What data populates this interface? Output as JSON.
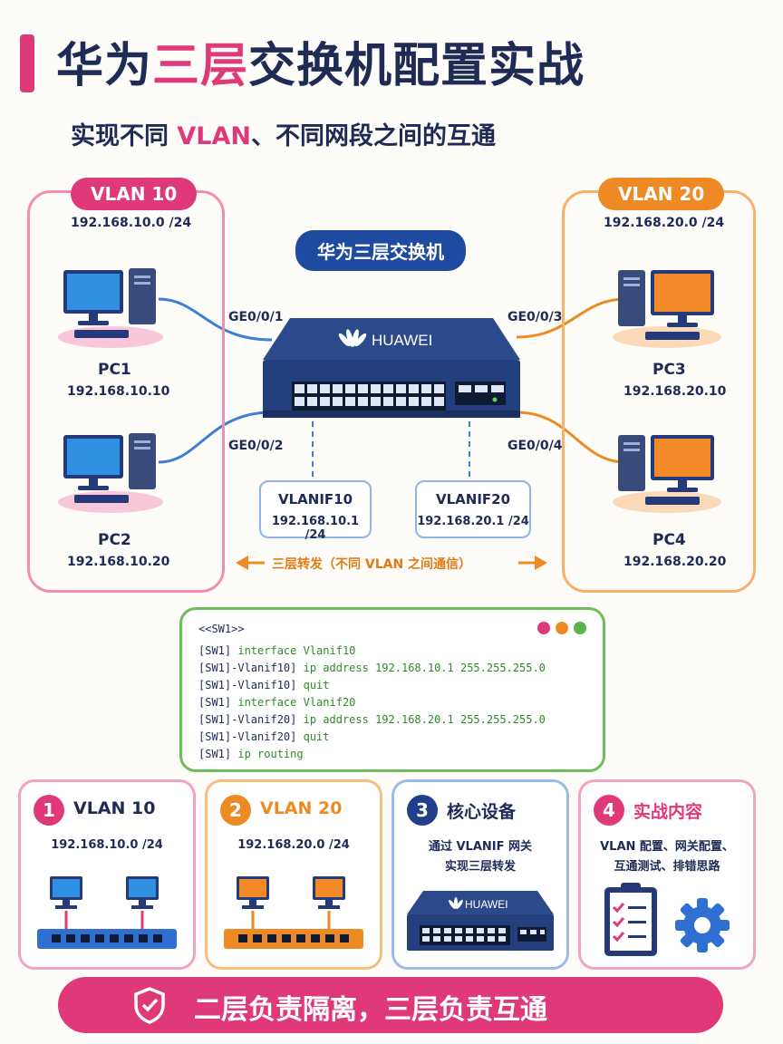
{
  "title": {
    "part1": "华为",
    "highlight": "三层",
    "part2": "交换机配置实战"
  },
  "subtitle": {
    "part1": "实现不同 ",
    "highlight": "VLAN",
    "part2": "、不同网段之间的互通"
  },
  "vlan10": {
    "tag": "VLAN 10",
    "subnet": "192.168.10.0 /24",
    "pcs": [
      {
        "name": "PC1",
        "ip": "192.168.10.10"
      },
      {
        "name": "PC2",
        "ip": "192.168.10.20"
      }
    ]
  },
  "vlan20": {
    "tag": "VLAN 20",
    "subnet": "192.168.20.0 /24",
    "pcs": [
      {
        "name": "PC3",
        "ip": "192.168.20.10"
      },
      {
        "name": "PC4",
        "ip": "192.168.20.20"
      }
    ]
  },
  "switch": {
    "label": "华为三层交换机",
    "brand": "HUAWEI",
    "ports": [
      "GE0/0/1",
      "GE0/0/2",
      "GE0/0/3",
      "GE0/0/4"
    ]
  },
  "vlanif": [
    {
      "name": "VLANIF10",
      "ip": "192.168.10.1 /24"
    },
    {
      "name": "VLANIF20",
      "ip": "192.168.20.1 /24"
    }
  ],
  "l3_forwarding_label": "三层转发（不同 VLAN 之间通信）",
  "terminal": {
    "header": "<<SW1>>",
    "lines": [
      {
        "prompt": "[SW1] ",
        "cmd": "interface Vlanif10"
      },
      {
        "prompt": "[SW1]-Vlanif10] ",
        "cmd": "ip address 192.168.10.1 255.255.255.0"
      },
      {
        "prompt": "[SW1]-Vlanif10] ",
        "cmd": "quit"
      },
      {
        "prompt": "[SW1] ",
        "cmd": "interface Vlanif20"
      },
      {
        "prompt": "[SW1]-Vlanif20] ",
        "cmd": "ip address 192.168.20.1 255.255.255.0"
      },
      {
        "prompt": "[SW1]-Vlanif20] ",
        "cmd": "quit"
      },
      {
        "prompt": "[SW1] ",
        "cmd": "ip routing"
      }
    ],
    "dot_colors": [
      "#e0397a",
      "#ee8a24",
      "#5bb34a"
    ]
  },
  "cards": [
    {
      "num": "1",
      "title": "VLAN 10",
      "line1": "192.168.10.0 /24",
      "line2": "",
      "color": "#e0397a"
    },
    {
      "num": "2",
      "title": "VLAN 20",
      "line1": "192.168.20.0 /24",
      "line2": "",
      "color": "#ee8a24"
    },
    {
      "num": "3",
      "title": "核心设备",
      "line1": "通过 VLANIF 网关",
      "line2": "实现三层转发",
      "brand": "HUAWEI",
      "color": "#1f3f8a"
    },
    {
      "num": "4",
      "title": "实战内容",
      "line1": "VLAN 配置、网关配置、",
      "line2": "互通测试、排错思路",
      "color": "#e0397a"
    }
  ],
  "footer": "二层负责隔离，三层负责互通",
  "colors": {
    "pink": "#e0397a",
    "orange": "#ee8a24",
    "navy": "#1f2a55",
    "blue": "#1e4aa0",
    "green": "#5bb34a"
  }
}
